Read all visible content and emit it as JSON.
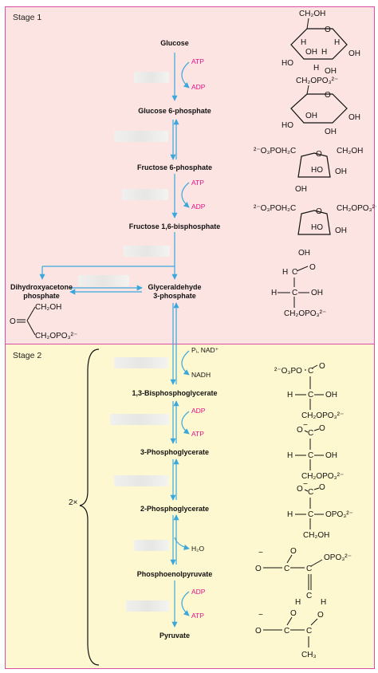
{
  "stages": {
    "stage1": "Stage 1",
    "stage2": "Stage 2",
    "multiplier": "2×"
  },
  "metabolites": {
    "glucose": "Glucose",
    "g6p": "Glucose 6-phosphate",
    "f6p": "Fructose 6-phosphate",
    "f16bp": "Fructose 1,6-bisphosphate",
    "dhap_line1": "Dihydroxyacetone",
    "dhap_line2": "phosphate",
    "gap_line1": "Glyceraldehyde",
    "gap_line2": "3-phosphate",
    "bpg13": "1,3-Bisphosphoglycerate",
    "pg3": "3-Phosphoglycerate",
    "pg2": "2-Phosphoglycerate",
    "pep": "Phosphoenolpyruvate",
    "pyruvate": "Pyruvate"
  },
  "cofactors": {
    "atp1": "ATP",
    "adp1": "ADP",
    "atp2": "ATP",
    "adp2": "ADP",
    "pi_nad": "Pᵢ, NAD⁺",
    "nadh": "NADH",
    "adp3": "ADP",
    "atp3": "ATP",
    "h2o": "H₂O",
    "adp4": "ADP",
    "atp4": "ATP"
  },
  "colors": {
    "stage1_bg": "#fce4e2",
    "stage2_bg": "#fdf8cf",
    "border": "#d94fa3",
    "arrow": "#3aa8dd",
    "cofactor_pink": "#e0128a"
  }
}
